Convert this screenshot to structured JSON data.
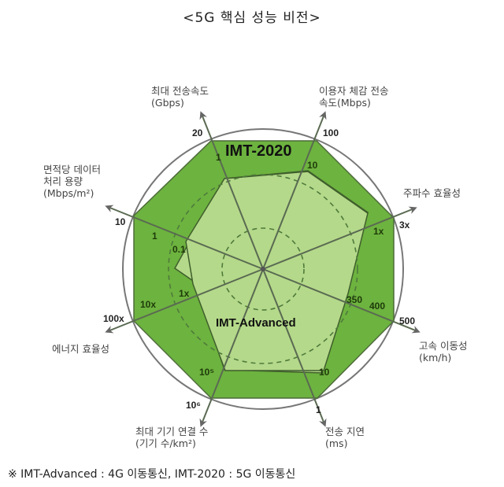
{
  "title": "<5G 핵심 성능 비전>",
  "footnote": "※ IMT-Advanced : 4G 이동통신, IMT-2020 : 5G 이동통신",
  "series_labels": {
    "outer": "IMT-2020",
    "inner": "IMT-Advanced"
  },
  "colors": {
    "outer_fill": "#6db33f",
    "inner_fill": "#b4d98a",
    "stroke": "#4d6b3a",
    "axis": "#666666",
    "circle": "#777777"
  },
  "axes": [
    {
      "label_lines": [
        "최대 전송속도",
        "(Gbps)"
      ],
      "imt2020": "20",
      "imt_advanced": "1",
      "extra_tick": ""
    },
    {
      "label_lines": [
        "이용자 체감 전송",
        "속도(Mbps)"
      ],
      "imt2020": "100",
      "imt_advanced": "10",
      "extra_tick": ""
    },
    {
      "label_lines": [
        "주파수 효율성"
      ],
      "imt2020": "3x",
      "imt_advanced": "1x",
      "extra_tick": ""
    },
    {
      "label_lines": [
        "고속 이동성",
        "(km/h)"
      ],
      "imt2020": "500",
      "imt_advanced": "350",
      "extra_tick": "400"
    },
    {
      "label_lines": [
        "전송 지연",
        "(ms)"
      ],
      "imt2020": "1",
      "imt_advanced": "10",
      "extra_tick": ""
    },
    {
      "label_lines": [
        "최대 기기 연결 수",
        "(기기 수/km²)"
      ],
      "imt2020": "10⁶",
      "imt_advanced": "10⁵",
      "extra_tick": ""
    },
    {
      "label_lines": [
        "에너지 효율성"
      ],
      "imt2020": "100x",
      "imt_advanced": "1x",
      "extra_tick": "10x"
    },
    {
      "label_lines": [
        "면적당 데이터",
        "처리 용량",
        "(Mbps/m²)"
      ],
      "imt2020": "10",
      "imt_advanced": "0.1",
      "extra_tick": "1"
    }
  ],
  "chart_data": {
    "type": "radar",
    "title": "<5G 핵심 성능 비전>",
    "categories": [
      "최대 전송속도 (Gbps)",
      "이용자 체감 전송속도 (Mbps)",
      "주파수 효율성",
      "고속 이동성 (km/h)",
      "전송 지연 (ms)",
      "최대 기기 연결 수 (기기 수/km²)",
      "에너지 효율성",
      "면적당 데이터 처리 용량 (Mbps/m²)"
    ],
    "series": [
      {
        "name": "IMT-2020",
        "values": [
          "20",
          "100",
          "3x",
          "500",
          "1",
          "10^6",
          "100x",
          "10"
        ]
      },
      {
        "name": "IMT-Advanced",
        "values": [
          "1",
          "10",
          "1x",
          "350",
          "10",
          "10^5",
          "1x",
          "0.1"
        ]
      }
    ],
    "intermediate_ticks": {
      "고속 이동성": "400",
      "에너지 효율성": "10x",
      "면적당 데이터 처리 용량": "1"
    },
    "legend": "※ IMT-Advanced : 4G 이동통신, IMT-2020 : 5G 이동통신"
  }
}
